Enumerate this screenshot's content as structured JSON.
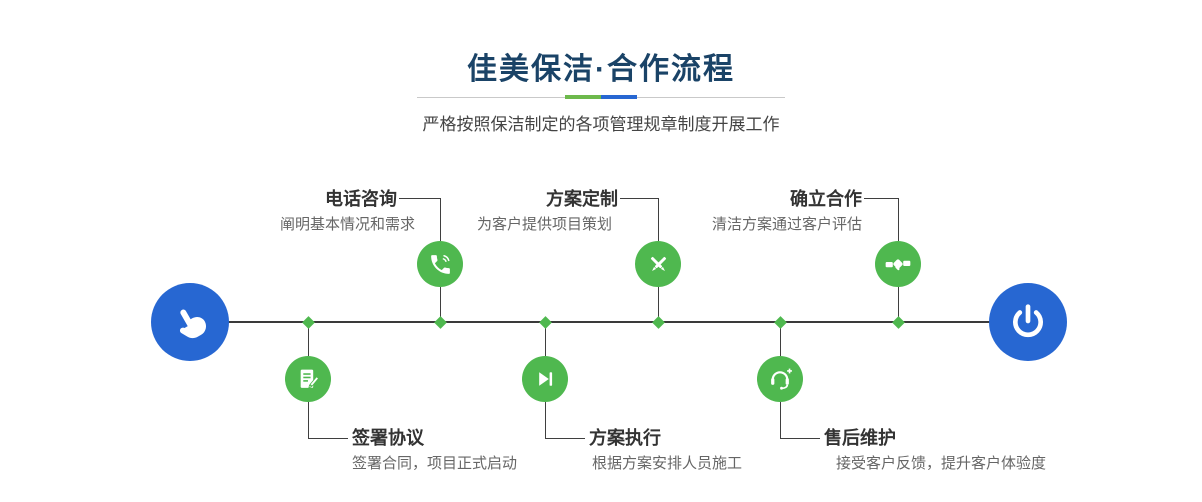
{
  "header": {
    "title": "佳美保洁·合作流程",
    "subtitle": "严格按照保洁制定的各项管理规章制度开展工作"
  },
  "colors": {
    "title_color": "#1a4367",
    "accent_green": "#4fb84f",
    "accent_blue": "#2767d2",
    "line_color": "#3f3f3f"
  },
  "timeline": {
    "start_icon": "pointing-hand-icon",
    "end_icon": "power-icon"
  },
  "steps_top": [
    {
      "label": "电话咨询",
      "desc": "阐明基本情况和需求",
      "icon": "phone-icon"
    },
    {
      "label": "方案定制",
      "desc": "为客户提供项目策划",
      "icon": "design-tools-icon"
    },
    {
      "label": "确立合作",
      "desc": "清洁方案通过客户评估",
      "icon": "handshake-icon"
    }
  ],
  "steps_bottom": [
    {
      "label": "签署协议",
      "desc": "签署合同，项目正式启动",
      "icon": "contract-icon"
    },
    {
      "label": "方案执行",
      "desc": "根据方案安排人员施工",
      "icon": "play-forward-icon"
    },
    {
      "label": "售后维护",
      "desc": "接受客户反馈，提升客户体验度",
      "icon": "headset-icon"
    }
  ]
}
